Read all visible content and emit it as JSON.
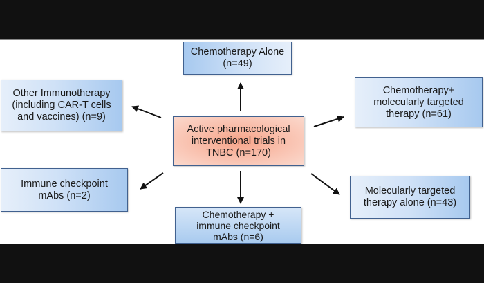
{
  "diagram": {
    "center": {
      "label": "Active pharmacological\ninterventional trials in\nTNBC (n=170)"
    },
    "branches": [
      {
        "id": "chemo-alone",
        "label": "Chemotherapy Alone\n(n=49)",
        "n": 49
      },
      {
        "id": "chemo-targeted",
        "label": "Chemotherapy+\nmolecularly targeted\ntherapy (n=61)",
        "n": 61
      },
      {
        "id": "targeted-alone",
        "label": "Molecularly targeted\ntherapy alone (n=43)",
        "n": 43
      },
      {
        "id": "chemo-checkpoint",
        "label": "Chemotherapy +\nimmune checkpoint\nmAbs (n=6)",
        "n": 6
      },
      {
        "id": "checkpoint-mabs",
        "label": "Immune checkpoint\nmAbs (n=2)",
        "n": 2
      },
      {
        "id": "other-immuno",
        "label": "Other Immunotherapy\n(including CAR-T cells\nand vaccines) (n=9)",
        "n": 9
      }
    ],
    "colors": {
      "center_fill": "#f6a489",
      "branch_fill": "#a7c9ef",
      "border": "#41618f",
      "arrow": "#111111"
    }
  }
}
